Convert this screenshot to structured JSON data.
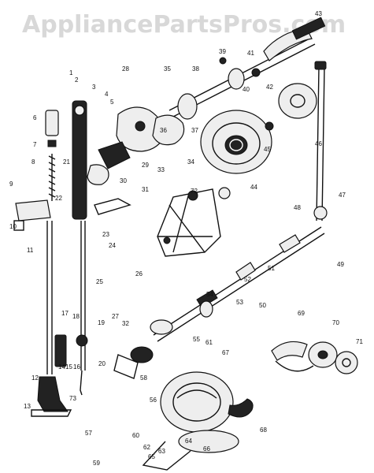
{
  "watermark": "AppliancePartsPros.com",
  "labels": [
    "1",
    "2",
    "3",
    "4",
    "5",
    "6",
    "7",
    "8",
    "9",
    "10",
    "11",
    "12",
    "13",
    "14",
    "15",
    "16",
    "17",
    "18",
    "19",
    "20",
    "21",
    "22",
    "23",
    "24",
    "25",
    "26",
    "27",
    "28",
    "29",
    "30",
    "31",
    "32",
    "33",
    "34",
    "35",
    "36",
    "37",
    "38",
    "39",
    "40",
    "41",
    "42",
    "43",
    "44",
    "45",
    "46",
    "47",
    "48",
    "49",
    "50",
    "51",
    "52",
    "53",
    "54",
    "55",
    "56",
    "57",
    "58",
    "59",
    "60",
    "61",
    "62",
    "63",
    "64",
    "65",
    "66",
    "67",
    "68",
    "69",
    "70",
    "71",
    "72",
    "73"
  ]
}
